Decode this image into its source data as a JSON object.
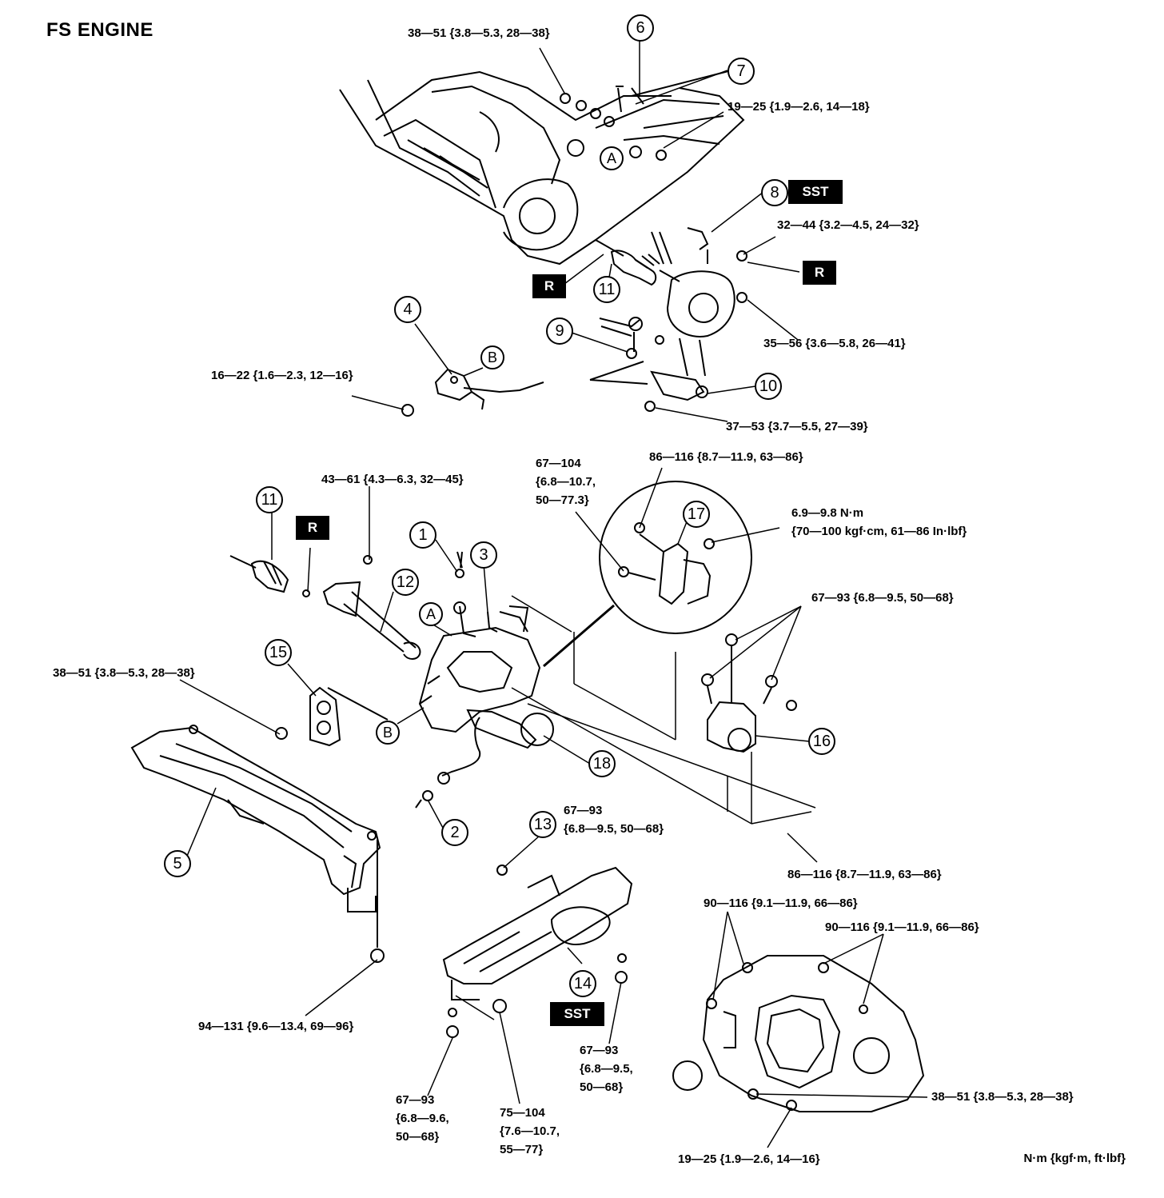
{
  "title": "FS ENGINE",
  "unit_note": "N·m {kgf·m, ft·lbf}",
  "callouts": {
    "c1": "1",
    "c2": "2",
    "c3": "3",
    "c4": "4",
    "c5": "5",
    "c6": "6",
    "c7": "7",
    "c8": "8",
    "c9": "9",
    "c10": "10",
    "c11a": "11",
    "c11b": "11",
    "c12": "12",
    "c13": "13",
    "c14": "14",
    "c15": "15",
    "c16": "16",
    "c17": "17",
    "c18": "18"
  },
  "letters": {
    "a1": "A",
    "a2": "A",
    "b1": "B",
    "b2": "B"
  },
  "badges": {
    "sst1": "SST",
    "sst2": "SST",
    "r1": "R",
    "r2": "R",
    "r3": "R"
  },
  "torques": {
    "t_top_left": "38—51 {3.8—5.3, 28—38}",
    "t_top_19": "19—25 {1.9—2.6, 14—18}",
    "t_32_44": "32—44 {3.2—4.5, 24—32}",
    "t_35_56": "35—56 {3.6—5.8, 26—41}",
    "t_16_22": "16—22 {1.6—2.3, 12—16}",
    "t_37_53": "37—53 {3.7—5.5, 27—39}",
    "t_67_104": "67—104\n{6.8—10.7,\n50—77.3}",
    "t_86_top": "86—116 {8.7—11.9, 63—86}",
    "t_43_61": "43—61 {4.3—6.3, 32—45}",
    "t_6_9": "6.9—9.8 N·m\n{70—100 kgf·cm, 61—86 In·lbf}",
    "t_67_93_r": "67—93 {6.8—9.5, 50—68}",
    "t_38_51_l": "38—51 {3.8—5.3, 28—38}",
    "t_67_93_13": "67—93\n{6.8—9.5, 50—68}",
    "t_86_bottom": "86—116 {8.7—11.9, 63—86}",
    "t_90_a": "90—116 {9.1—11.9, 66—86}",
    "t_90_b": "90—116 {9.1—11.9, 66—86}",
    "t_94": "94—131 {9.6—13.4, 69—96}",
    "t_67_93_c": "67—93\n{6.8—9.5,\n50—68}",
    "t_67_93_bl": "67—93\n{6.8—9.6,\n50—68}",
    "t_75": "75—104\n{7.6—10.7,\n55—77}",
    "t_38_br": "38—51 {3.8—5.3, 28—38}",
    "t_19_bottom": "19—25 {1.9—2.6, 14—16}"
  }
}
